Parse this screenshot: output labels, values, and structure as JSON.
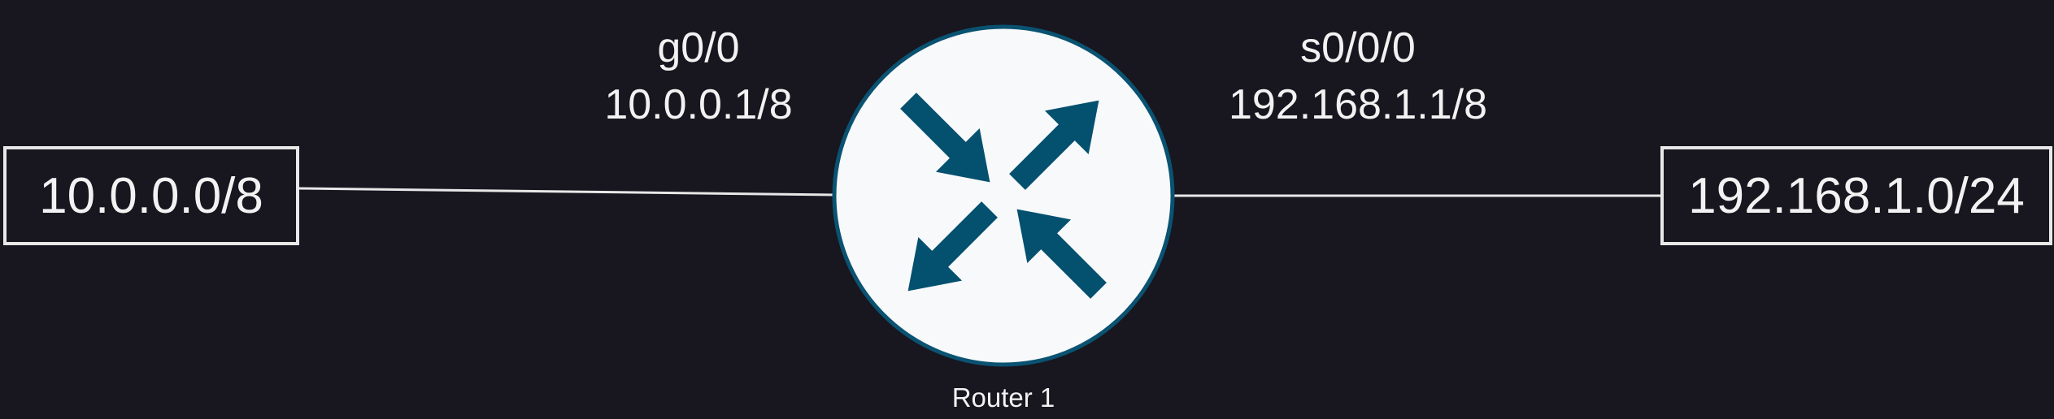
{
  "networks": {
    "left": {
      "label": "10.0.0.0/8"
    },
    "right": {
      "label": "192.168.1.0/24"
    }
  },
  "router": {
    "label": "Router 1",
    "icon": "router-icon",
    "fill": "#f8f9fa",
    "accent": "#04506f"
  },
  "interfaces": {
    "left": {
      "name": "g0/0",
      "address": "10.0.0.1/8"
    },
    "right": {
      "name": "s0/0/0",
      "address": "192.168.1.1/8"
    }
  },
  "colors": {
    "background": "#18161f",
    "line": "#e8e8e8"
  }
}
